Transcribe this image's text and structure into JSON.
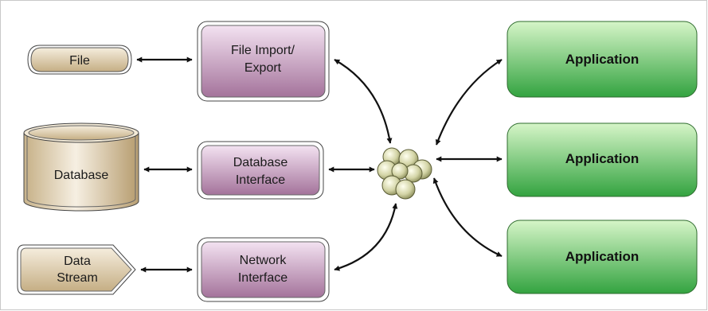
{
  "sources": {
    "file": "File",
    "database": "Database",
    "data_stream": [
      "Data",
      "Stream"
    ]
  },
  "interfaces": {
    "file_import_export": [
      "File Import/",
      "Export"
    ],
    "database_interface": [
      "Database",
      "Interface"
    ],
    "network_interface": [
      "Network",
      "Interface"
    ]
  },
  "applications": [
    "Application",
    "Application",
    "Application"
  ],
  "colors": {
    "source_fill_light": "#f3ead8",
    "source_fill_dark": "#c9b48c",
    "interface_fill_light": "#f1dcef",
    "interface_fill_dark": "#a8799f",
    "application_fill_light": "#c8f0b8",
    "application_fill_dark": "#3aa845",
    "hub_ball": "#d9dab2",
    "arrow": "#111111",
    "frame": "#c8c8c8"
  }
}
